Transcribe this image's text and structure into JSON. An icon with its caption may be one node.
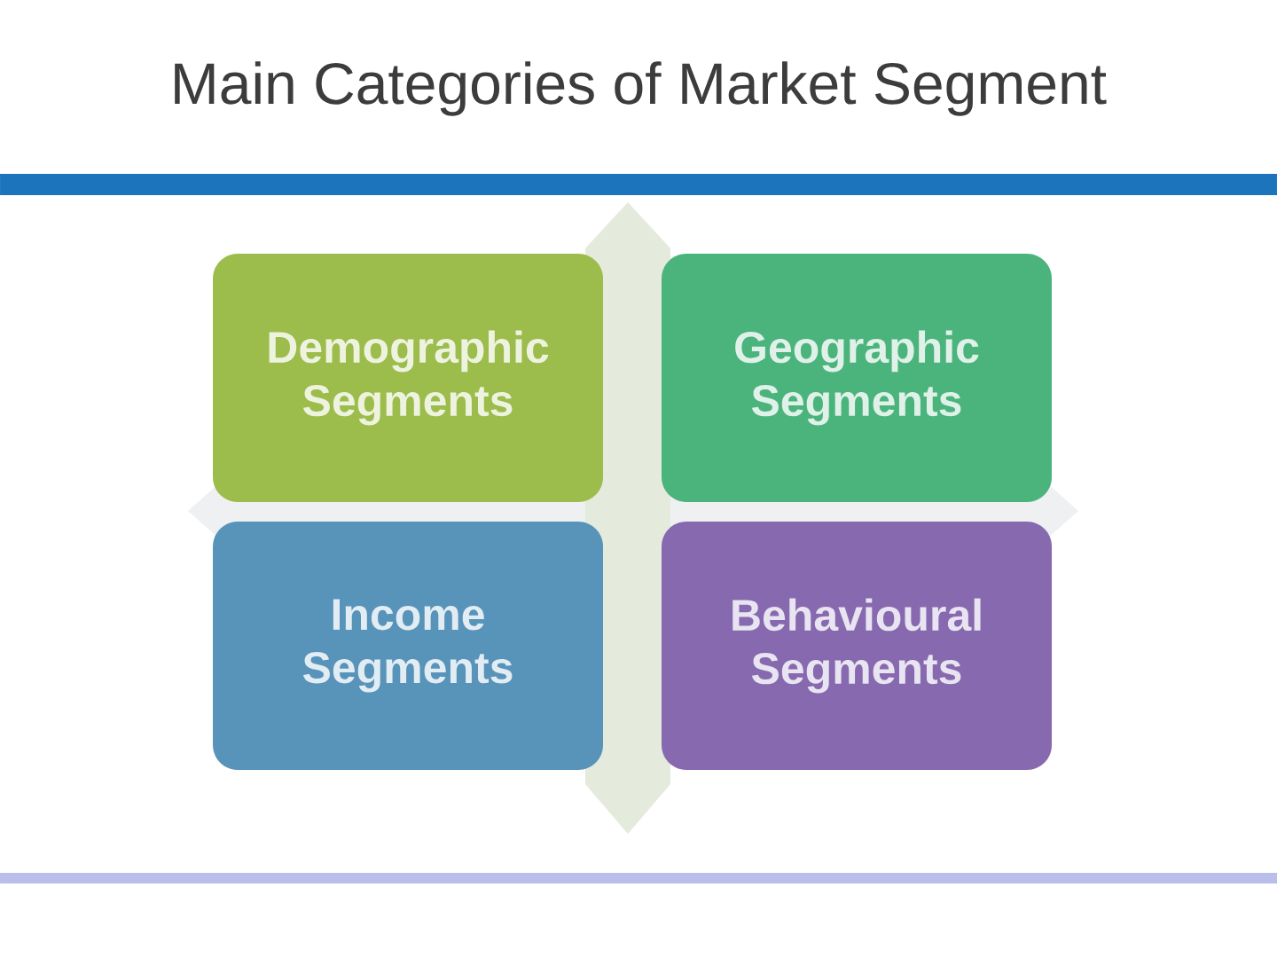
{
  "diagram": {
    "title": "Main Categories of Market Segment",
    "nodes": [
      {
        "text": [
          "Demographic Segments"
        ]
      },
      {
        "text": [
          "Geographic Segments"
        ]
      },
      {
        "text": [
          "Income Segments"
        ]
      },
      {
        "text": [
          "Behavioural Segments"
        ]
      }
    ]
  }
}
